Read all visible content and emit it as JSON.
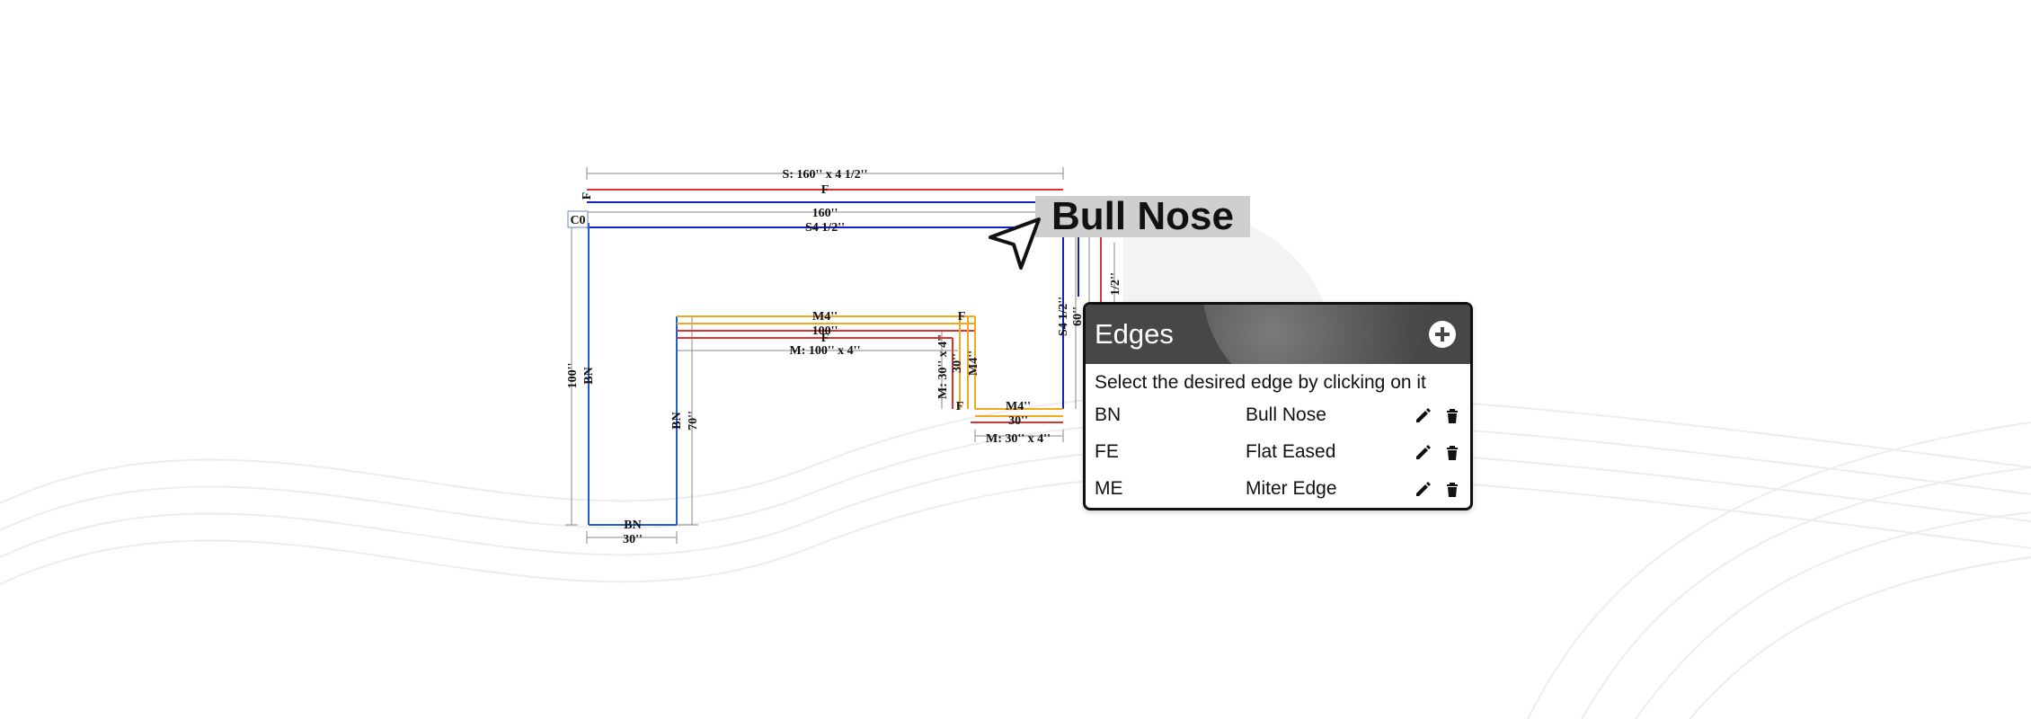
{
  "tooltip": {
    "text": "Bull Nose"
  },
  "panel": {
    "title": "Edges",
    "instructions": "Select the desired edge by clicking on it",
    "edges": [
      {
        "code": "BN",
        "name": "Bull Nose"
      },
      {
        "code": "FE",
        "name": "Flat Eased"
      },
      {
        "code": "ME",
        "name": "Miter Edge"
      }
    ]
  },
  "drawing": {
    "labels": {
      "top_splash": "S: 160'' x 4 1/2''",
      "top_f": "F",
      "left_f": "F",
      "top_160": "160''",
      "top_s4": "S4 1/2''",
      "corner": "C0",
      "left_100": "100''",
      "left_bn": "BN",
      "bottom_bn": "BN",
      "bottom_30": "30''",
      "inner_bn": "BN",
      "inner_70": "70''",
      "inner_m4": "M4''",
      "inner_100": "100''",
      "inner_f": "F",
      "inner_m100": "M: 100'' x 4''",
      "inner_f2": "F",
      "drop_m30": "M: 30'' x 4''",
      "drop_30": "30''",
      "drop_m4": "M4''",
      "drop_f": "F",
      "step_m4": "M4''",
      "step_30": "30''",
      "step_m30": "M: 30'' x 4''",
      "right_s4": "S4 1/2''",
      "right_60": "60''",
      "right_half": "1/2''"
    }
  },
  "colors": {
    "panel_header": "#474747",
    "bull_nose_edge": "#1f5fd6",
    "flat_edge": "#e0322e",
    "miter_edge": "#f2a81d",
    "splash_edge": "#1620c8"
  },
  "icons": {
    "add": "plus-circle-icon",
    "edit": "pencil-icon",
    "delete": "trash-icon",
    "pointer": "navigation-arrow-icon"
  }
}
